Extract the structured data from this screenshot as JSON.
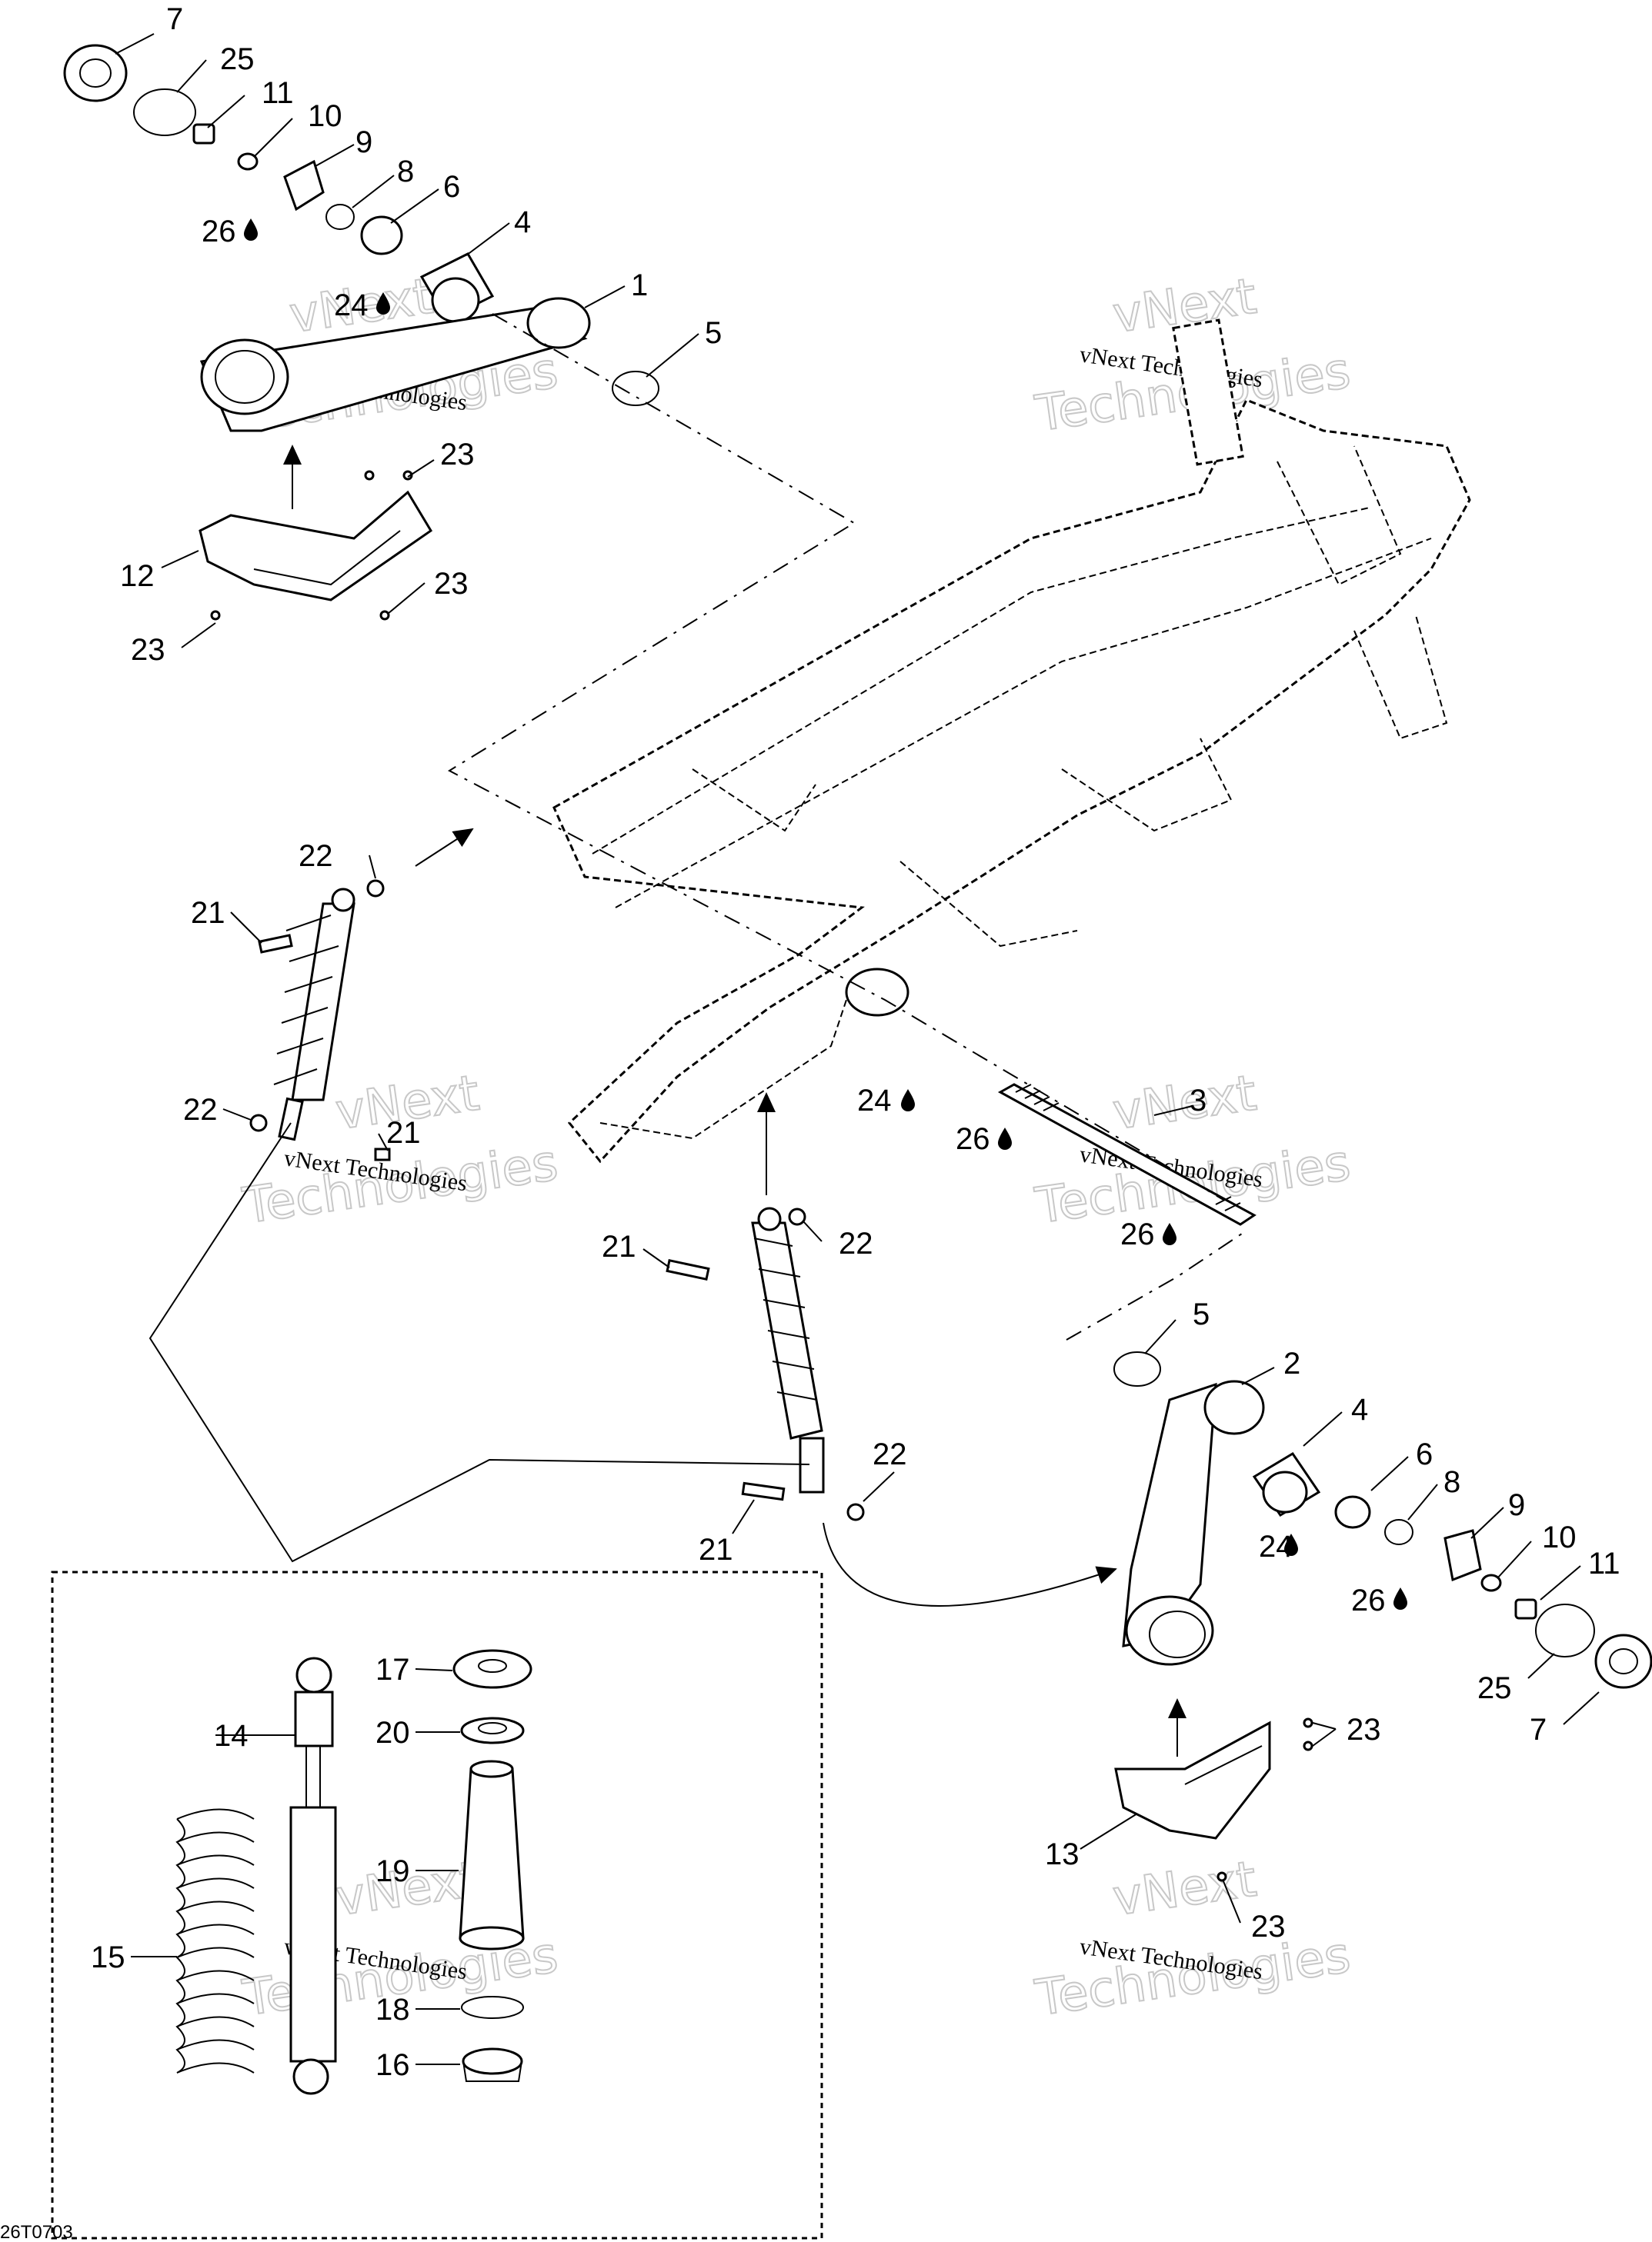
{
  "diagram_code": "26T0703",
  "watermark": {
    "line1": "vNext Technologies",
    "line2": "vNext",
    "line3": "Technologies"
  },
  "callouts": [
    {
      "id": "c7a",
      "text": "7"
    },
    {
      "id": "c25a",
      "text": "25"
    },
    {
      "id": "c11a",
      "text": "11"
    },
    {
      "id": "c10a",
      "text": "10"
    },
    {
      "id": "c9a",
      "text": "9"
    },
    {
      "id": "c8a",
      "text": "8"
    },
    {
      "id": "c6a",
      "text": "6"
    },
    {
      "id": "c4a",
      "text": "4"
    },
    {
      "id": "c26a",
      "text": "26"
    },
    {
      "id": "c24a",
      "text": "24"
    },
    {
      "id": "c1",
      "text": "1"
    },
    {
      "id": "c5a",
      "text": "5"
    },
    {
      "id": "c23a",
      "text": "23"
    },
    {
      "id": "c12",
      "text": "12"
    },
    {
      "id": "c23b",
      "text": "23"
    },
    {
      "id": "c23c",
      "text": "23"
    },
    {
      "id": "c22a",
      "text": "22"
    },
    {
      "id": "c21a",
      "text": "21"
    },
    {
      "id": "c22b",
      "text": "22"
    },
    {
      "id": "c21b",
      "text": "21"
    },
    {
      "id": "c24b",
      "text": "24"
    },
    {
      "id": "c26b",
      "text": "26"
    },
    {
      "id": "c3",
      "text": "3"
    },
    {
      "id": "c26c",
      "text": "26"
    },
    {
      "id": "c21c",
      "text": "21"
    },
    {
      "id": "c22c",
      "text": "22"
    },
    {
      "id": "c5b",
      "text": "5"
    },
    {
      "id": "c2",
      "text": "2"
    },
    {
      "id": "c4b",
      "text": "4"
    },
    {
      "id": "c6b",
      "text": "6"
    },
    {
      "id": "c8b",
      "text": "8"
    },
    {
      "id": "c22d",
      "text": "22"
    },
    {
      "id": "c9b",
      "text": "9"
    },
    {
      "id": "c21d",
      "text": "21"
    },
    {
      "id": "c24c",
      "text": "24"
    },
    {
      "id": "c10b",
      "text": "10"
    },
    {
      "id": "c11b",
      "text": "11"
    },
    {
      "id": "c26d",
      "text": "26"
    },
    {
      "id": "c25b",
      "text": "25"
    },
    {
      "id": "c7b",
      "text": "7"
    },
    {
      "id": "c17",
      "text": "17"
    },
    {
      "id": "c14",
      "text": "14"
    },
    {
      "id": "c20",
      "text": "20"
    },
    {
      "id": "c23d",
      "text": "23"
    },
    {
      "id": "c13",
      "text": "13"
    },
    {
      "id": "c19",
      "text": "19"
    },
    {
      "id": "c15",
      "text": "15"
    },
    {
      "id": "c23e",
      "text": "23"
    },
    {
      "id": "c18",
      "text": "18"
    },
    {
      "id": "c16",
      "text": "16"
    }
  ]
}
